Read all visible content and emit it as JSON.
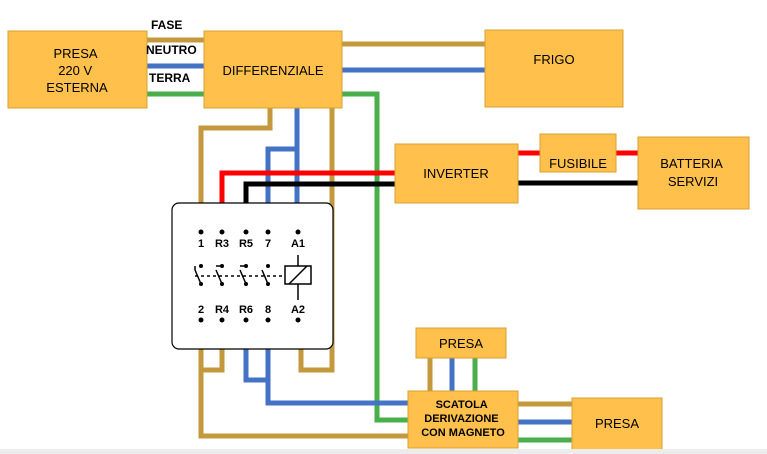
{
  "boxes": {
    "presa_esterna": [
      "PRESA",
      "220 V",
      "ESTERNA"
    ],
    "differenziale": [
      "DIFFERENZIALE"
    ],
    "frigo": [
      "FRIGO"
    ],
    "inverter": [
      "INVERTER"
    ],
    "fusibile": [
      "FUSIBILE"
    ],
    "batteria": [
      "BATTERIA",
      "SERVIZI"
    ],
    "presa_top": [
      "PRESA"
    ],
    "scatola": [
      "SCATOLA",
      "DERIVAZIONE",
      "CON MAGNETO"
    ],
    "presa_right": [
      "PRESA"
    ]
  },
  "wire_labels": {
    "fase": "FASE",
    "neutro": "NEUTRO",
    "terra": "TERRA"
  },
  "relay_terminals": {
    "top": [
      "1",
      "R3",
      "R5",
      "7",
      "A1"
    ],
    "bottom": [
      "2",
      "R4",
      "R6",
      "8",
      "A2"
    ]
  },
  "colors": {
    "box_fill": "#FFC04C",
    "box_stroke": "#D9A032",
    "fase_wire": "#C4983C",
    "neutro_wire": "#4472C4",
    "terra_wire": "#4AAE4A",
    "positive_wire": "#FF0000",
    "negative_wire": "#000000"
  }
}
